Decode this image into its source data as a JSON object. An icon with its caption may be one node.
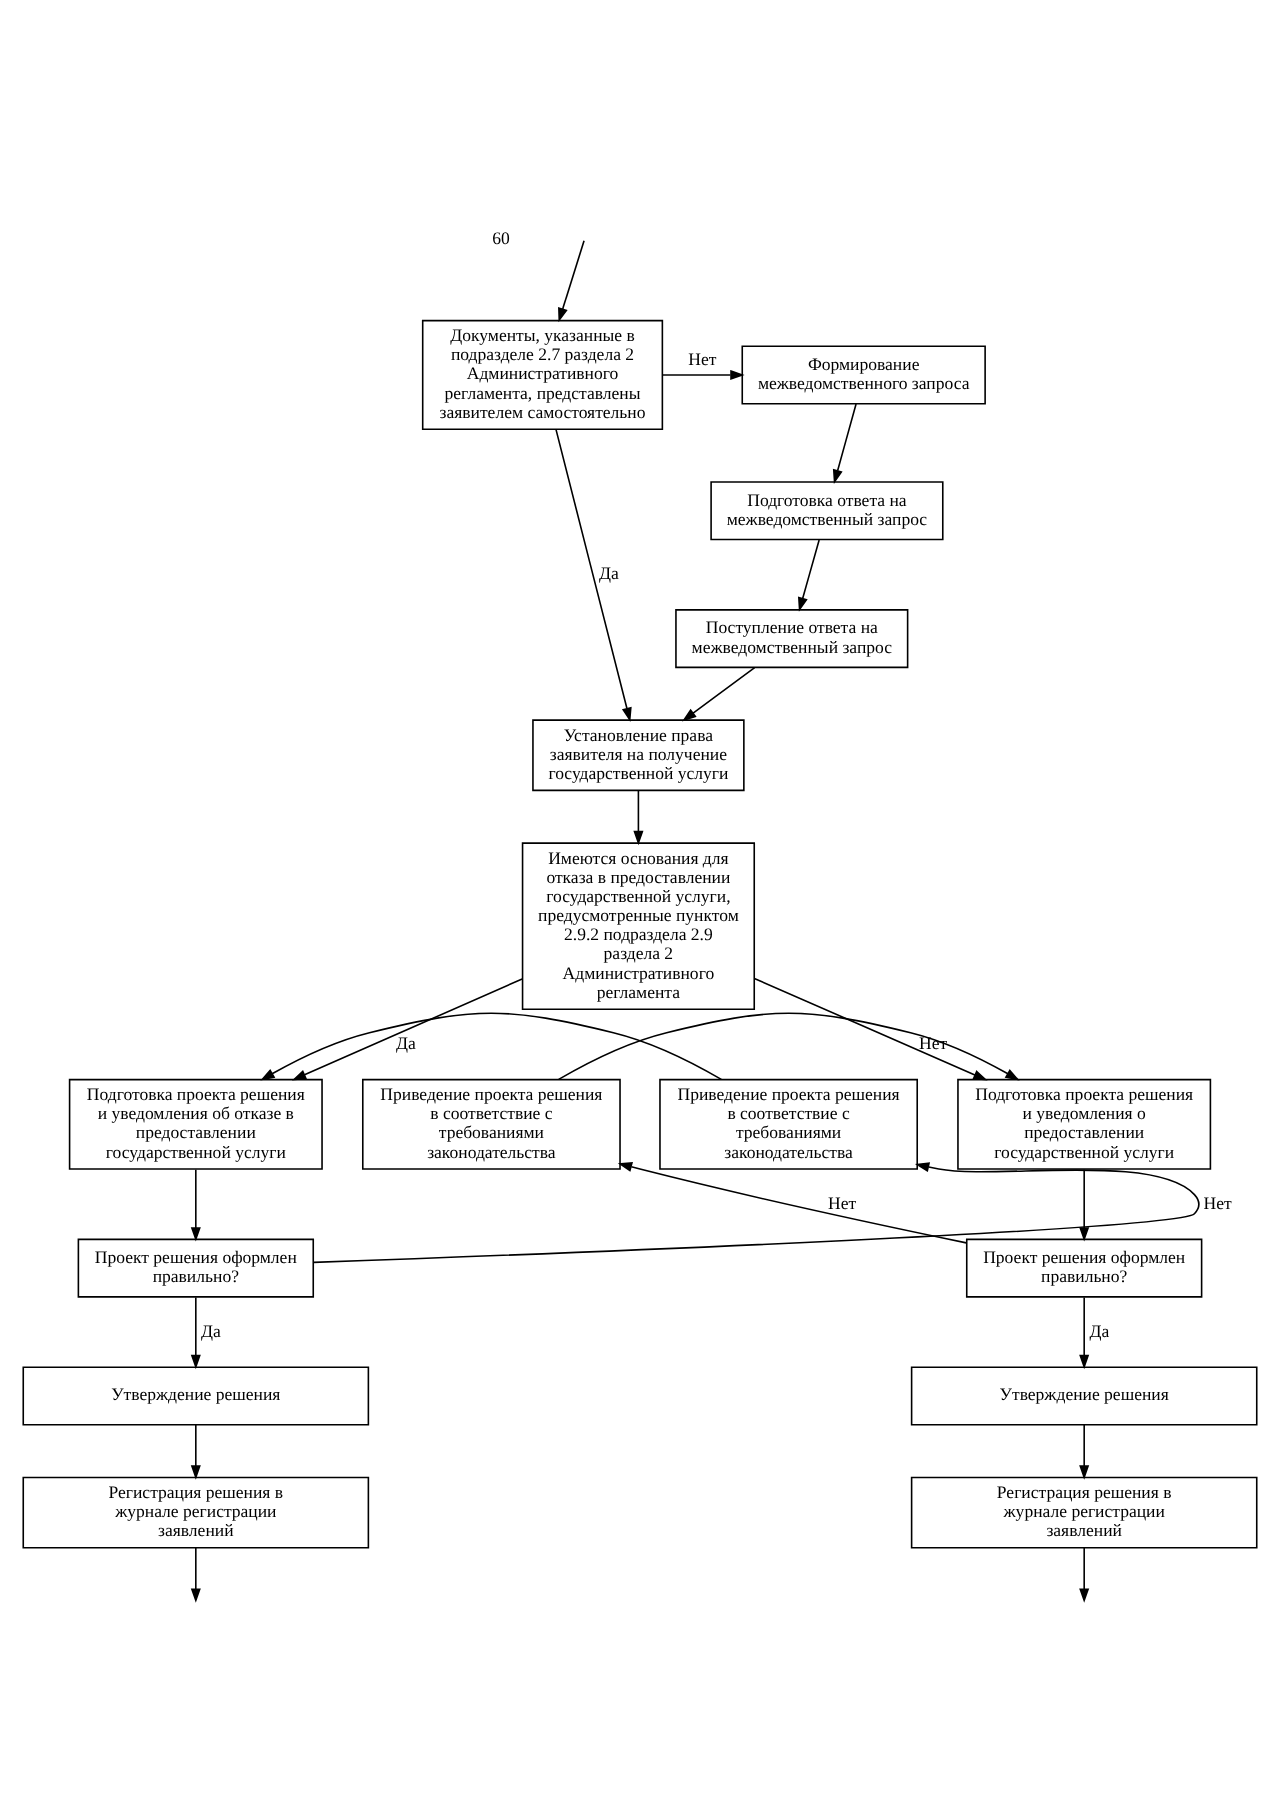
{
  "diagram": {
    "nodes": [
      {
        "text": [
          "Документы, указанные в подразделе 2.7 раздела 2 Административного регламента, представлены заявителем самостоятельно"
        ]
      },
      {
        "text": [
          "Формирование межведомственного запроса"
        ]
      },
      {
        "text": [
          "Подготовка ответа на межведомственный запрос"
        ]
      },
      {
        "text": [
          "Поступление ответа на межведомственный запрос"
        ]
      },
      {
        "text": [
          "Установление права заявителя на получение государственной услуги"
        ]
      },
      {
        "text": [
          "Имеются основания для отказа в предоставлении государственной услуги, предусмотренные пунктом 2.9.2 подраздела 2.9 раздела 2 Административного регламента"
        ]
      },
      {
        "text": [
          "Приведение проекта решения в соответствие с требованиями законодательства"
        ]
      },
      {
        "text": [
          "Подготовка проекта решения и уведомления об отказе в предоставлении государственной услуги"
        ]
      },
      {
        "text": [
          "Подготовка проекта решения и уведомления о предоставлении государственной услуги"
        ]
      },
      {
        "text": [
          "Приведение проекта решения в соответствие с требованиями законодательства"
        ]
      },
      {
        "text": [
          "Проект решения оформлен правильно?"
        ]
      },
      {
        "text": [
          "Проект решения оформлен правильно?"
        ]
      },
      {
        "text": [
          "Утверждение решения"
        ]
      },
      {
        "text": [
          "Регистрация решения в журнале регистрации заявлений"
        ]
      },
      {
        "text": [
          "Утверждение решения"
        ]
      },
      {
        "text": [
          "Регистрация решения в журнале регистрации заявлений"
        ]
      }
    ],
    "edges": [
      {
        "from": null,
        "to": 0,
        "arrow": "to"
      },
      {
        "from": 0,
        "to": 1,
        "arrow": "to",
        "label": "Нет"
      },
      {
        "from": 1,
        "to": 2,
        "arrow": "to"
      },
      {
        "from": 2,
        "to": 3,
        "arrow": "to"
      },
      {
        "from": 0,
        "to": 4,
        "arrow": "to",
        "label": "Да"
      },
      {
        "from": 3,
        "to": 4,
        "arrow": "to"
      },
      {
        "from": 4,
        "to": 5,
        "arrow": "to"
      },
      {
        "from": 5,
        "to": 7,
        "arrow": "to",
        "label": "Да"
      },
      {
        "from": 5,
        "to": 8,
        "arrow": "to",
        "label": "Нет"
      },
      {
        "from": 6,
        "to": 7,
        "arrow": "to"
      },
      {
        "from": 9,
        "to": 8,
        "arrow": "to"
      },
      {
        "from": 7,
        "to": 10,
        "arrow": "to"
      },
      {
        "from": 8,
        "to": 11,
        "arrow": "to"
      },
      {
        "from": 10,
        "to": 6,
        "arrow": "to",
        "label": "Нет"
      },
      {
        "from": 11,
        "to": 9,
        "arrow": "to",
        "label": "Нет"
      },
      {
        "from": 10,
        "to": 12,
        "arrow": "to",
        "label": "Да"
      },
      {
        "from": 11,
        "to": 14,
        "arrow": "to",
        "label": "Да"
      },
      {
        "from": 12,
        "to": 13,
        "arrow": "to"
      },
      {
        "from": 14,
        "to": 15,
        "arrow": "to"
      },
      {
        "from": 13,
        "to": null,
        "arrow": "to"
      },
      {
        "from": 15,
        "to": null,
        "arrow": "to"
      }
    ],
    "labels": [
      "60"
    ]
  }
}
